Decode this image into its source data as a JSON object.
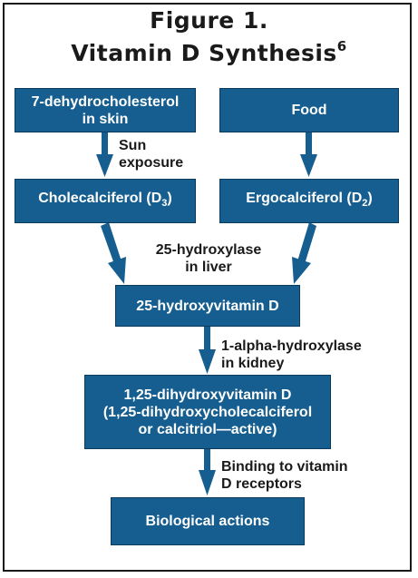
{
  "title": {
    "line1": "Figure 1.",
    "line2": "Vitamin D Synthesis",
    "footnote": "6"
  },
  "nodes": {
    "dehydro": {
      "line1": "7-dehydrocholesterol",
      "line2": "in skin"
    },
    "food": {
      "text": "Food"
    },
    "chole": {
      "text": "Cholecalciferol (D",
      "sub": "3",
      "close": ")"
    },
    "ergo": {
      "text": "Ergocalciferol (D",
      "sub": "2",
      "close": ")"
    },
    "hydroxy": {
      "text": "25-hydroxyvitamin D"
    },
    "dihydroxy": {
      "line1": "1,25-dihydroxyvitamin D",
      "line2": "(1,25-dihydroxycholecalciferol",
      "line3": "or calcitriol—active)"
    },
    "bio": {
      "text": "Biological actions"
    }
  },
  "edge_labels": {
    "sun": {
      "line1": "Sun",
      "line2": "exposure"
    },
    "liver": {
      "line1": "25-hydroxylase",
      "line2": "in liver"
    },
    "kidney": {
      "line1": "1-alpha-hydroxylase",
      "line2": "in kidney"
    },
    "binding": {
      "line1": "Binding to vitamin",
      "line2": "D receptors"
    }
  },
  "colors": {
    "box_fill": "#155e8f",
    "arrow": "#155e8f",
    "text": "#1a1a1a"
  }
}
